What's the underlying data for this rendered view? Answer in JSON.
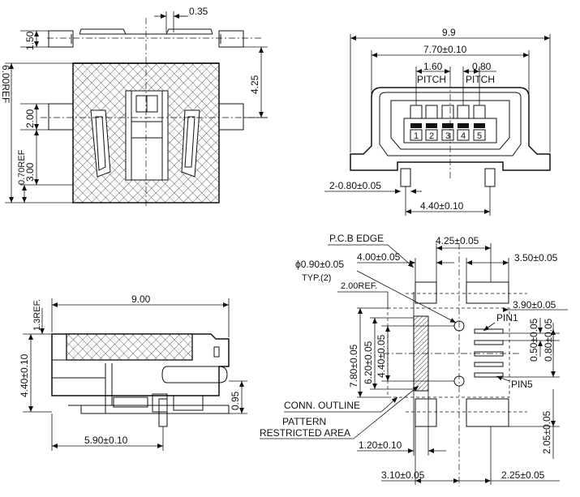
{
  "top_left": {
    "dim_035": "0.35",
    "dim_150": "1.50",
    "dim_425": "4.25",
    "dim_600": "6.00REF",
    "dim_200": "2.00",
    "dim_070": "0.70REF",
    "dim_300": "3.00"
  },
  "top_right": {
    "dim_99": "9.9",
    "dim_770": "7.70±0.10",
    "dim_160": "1.60",
    "dim_080": "0.80",
    "pitch_a": "PITCH",
    "pitch_b": "PITCH",
    "pin_labels": [
      "1",
      "2",
      "3",
      "4",
      "5"
    ],
    "dim_2x080": "2-0.80±0.05",
    "dim_440": "4.40±0.10"
  },
  "bottom_left": {
    "dim_900": "9.00",
    "dim_13ref": "1.3REF.",
    "dim_440": "4.40±0.10",
    "dim_095": "0.95",
    "dim_590": "5.90±0.10"
  },
  "bottom_right": {
    "pcb_edge": "P.C.B EDGE",
    "dim_425": "4.25±0.05",
    "dim_400": "4.00±0.05",
    "dim_350": "3.50±0.05",
    "hole": "ϕ0.90±0.05",
    "typ": "TYP.(2)",
    "dim_200ref": "2.00REF.",
    "dim_390": "3.90±0.05",
    "pin1": "PIN1",
    "pin5": "PIN5",
    "dim_780": "7.80±0.05",
    "dim_620": "6.20±0.05",
    "dim_440": "4.40±0.05",
    "dim_050": "0.50±0.05",
    "dim_080": "0.80±0.05",
    "conn_outline": "CONN. OUTLINE",
    "pattern": "PATTERN",
    "restricted": "RESTRICTED AREA",
    "dim_120": "1.20±0.10",
    "dim_205": "2.05±0.05",
    "dim_310": "3.10±0.05",
    "dim_225": "2.25±0.05"
  }
}
